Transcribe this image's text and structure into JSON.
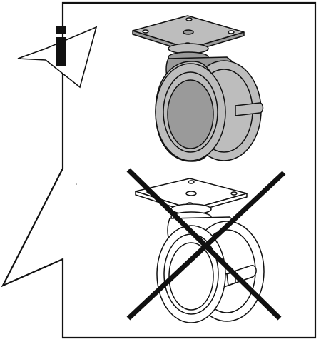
{
  "illustration": {
    "kind": "assembly-instruction",
    "info_icon": "info-i-icon",
    "correct": {
      "icon": "caster-wheel-icon",
      "state": "caster-without-brake-correct",
      "fill_color": "#bdbdbd"
    },
    "incorrect": {
      "icon": "caster-wheel-with-brake-icon",
      "state": "caster-with-brake-wrong",
      "mark_icon": "cross-out-x-icon",
      "fill_color": "#ffffff"
    },
    "colors": {
      "line": "#111111",
      "background": "#ffffff",
      "shade": "#bdbdbd",
      "shade_dark": "#9a9a9a"
    }
  }
}
